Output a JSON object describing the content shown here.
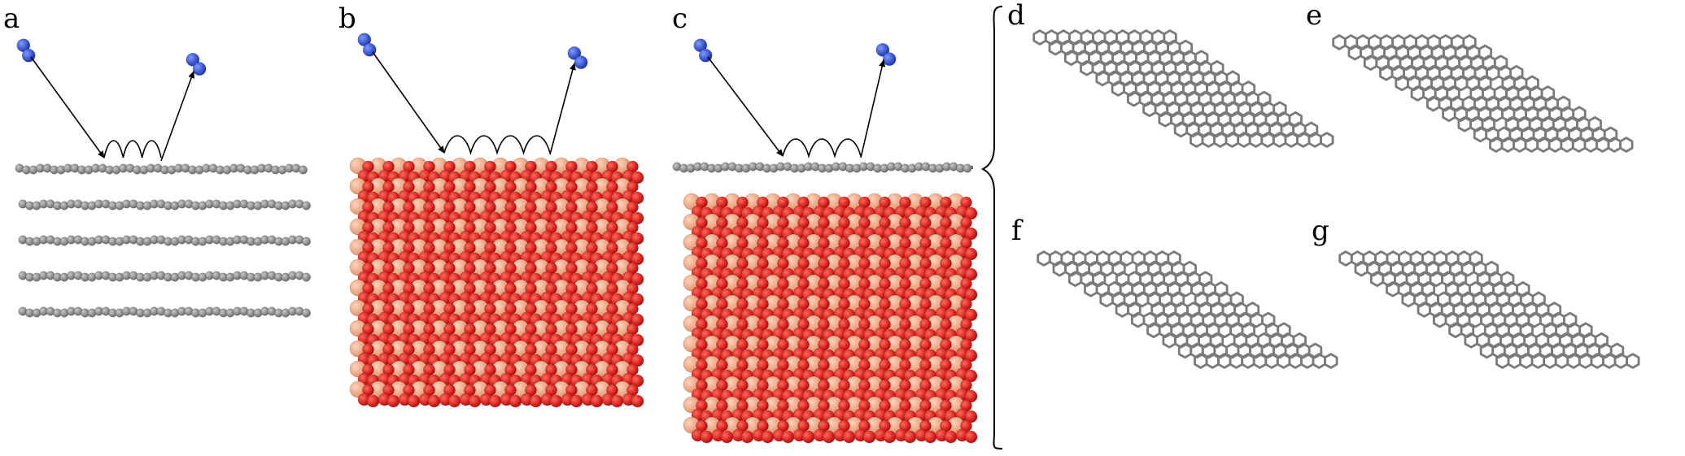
{
  "figure": {
    "panel_labels": [
      "a",
      "b",
      "c",
      "d",
      "e",
      "f",
      "g"
    ]
  },
  "colors": {
    "background": "#ffffff",
    "carbon": "#7c7c7c",
    "carbon_dark": "#4a4a4a",
    "oxygen": "#e8100c",
    "metal": "#f0a47c",
    "metal_edge": "#c07a55",
    "nitrogen": "#2244cc",
    "trajectory": "#000000"
  },
  "panels": {
    "a": {
      "content": "graphite-layers",
      "layer_count": 5
    },
    "b": {
      "content": "oxide-slab"
    },
    "c": {
      "content": "graphene-on-oxide"
    },
    "d": {
      "content": "graphene-sheet",
      "defects": 0
    },
    "e": {
      "content": "graphene-sheet",
      "defects": 3
    },
    "f": {
      "content": "graphene-sheet",
      "defects": 6
    },
    "g": {
      "content": "graphene-sheet",
      "defects": 4
    }
  },
  "icons": {
    "molecule": "n2-molecule-icon"
  }
}
